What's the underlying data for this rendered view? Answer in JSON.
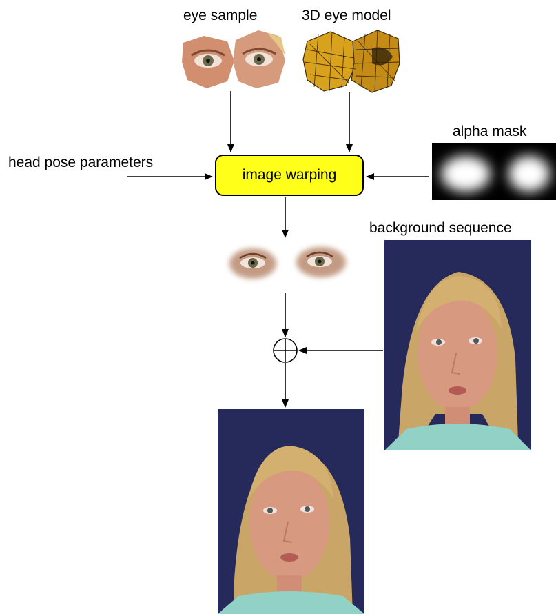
{
  "labels": {
    "eye_sample": "eye sample",
    "eye_model": "3D eye model",
    "alpha_mask": "alpha mask",
    "head_pose": "head pose parameters",
    "image_warping": "image warping",
    "background_sequence": "background sequence"
  },
  "colors": {
    "warp_box_fill": "#ffff1a",
    "background_navy": "#262a5a",
    "skin": "#d79a80",
    "hair": "#c9a667",
    "shirt": "#92d2c6",
    "mesh_gold": "#d9a21c"
  }
}
